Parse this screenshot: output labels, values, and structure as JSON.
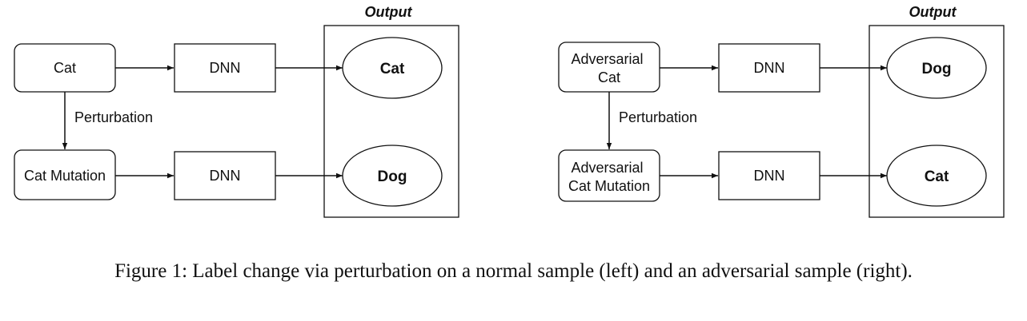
{
  "left": {
    "output_header": "Output",
    "input_top": [
      "Cat"
    ],
    "model_top": "DNN",
    "output_top": "Cat",
    "edge_label": "Perturbation",
    "input_bottom": [
      "Cat Mutation"
    ],
    "model_bottom": "DNN",
    "output_bottom": "Dog"
  },
  "right": {
    "output_header": "Output",
    "input_top": [
      "Adversarial",
      "Cat"
    ],
    "model_top": "DNN",
    "output_top": "Dog",
    "edge_label": "Perturbation",
    "input_bottom": [
      "Adversarial",
      "Cat Mutation"
    ],
    "model_bottom": "DNN",
    "output_bottom": "Cat"
  },
  "caption": "Figure 1: Label change via perturbation on a normal sample (left) and an adversarial sample (right)."
}
